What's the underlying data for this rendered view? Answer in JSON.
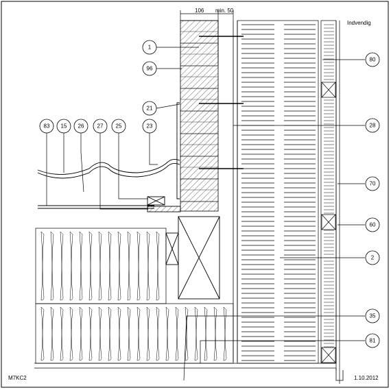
{
  "drawing": {
    "code": "M7KC2",
    "date": "1.10.2012",
    "side_label": "Indvendig",
    "dimensions": [
      "106",
      "min. 50"
    ]
  },
  "callouts_left": [
    "1",
    "96",
    "21",
    "83",
    "15",
    "26",
    "27",
    "25",
    "23"
  ],
  "callouts_right": [
    "80",
    "28",
    "70",
    "60",
    "2",
    "35",
    "81"
  ],
  "colors": {
    "line": "#000000",
    "background": "#ffffff"
  }
}
